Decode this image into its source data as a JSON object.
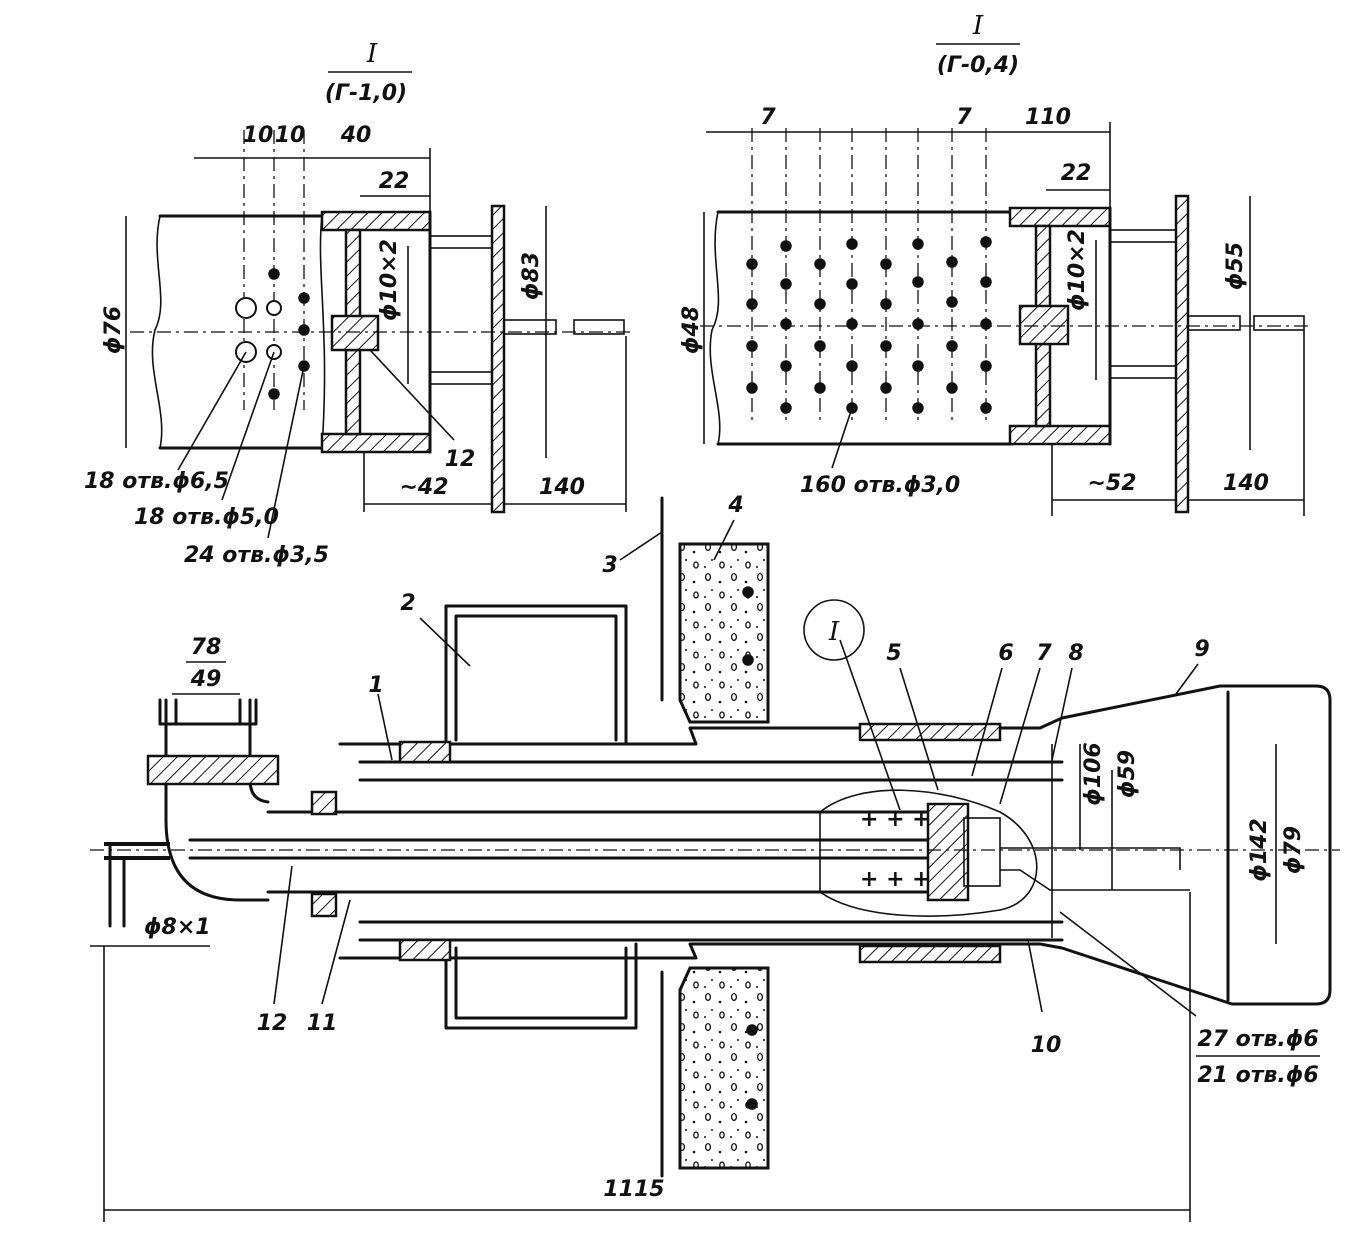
{
  "views": {
    "g10": {
      "section_mark": "I",
      "model": "(Г-1,0)",
      "dims": {
        "pitch_a": "10",
        "pitch_b": "10",
        "len_40": "40",
        "len_22": "22",
        "dia_76": "ϕ76",
        "slot": "ϕ10×2",
        "dia_83": "ϕ83",
        "approx_42": "~42",
        "len_140": "140"
      },
      "part_12": "12",
      "holes": [
        "18 отв.ϕ6,5",
        "18 отв.ϕ5,0",
        "24 отв.ϕ3,5"
      ]
    },
    "g04": {
      "section_mark": "I",
      "model": "(Г-0,4)",
      "dims": {
        "pitch_a": "7",
        "pitch_b": "7",
        "len_110": "110",
        "len_22": "22",
        "dia_48": "ϕ48",
        "slot": "ϕ10×2",
        "dia_55": "ϕ55",
        "approx_52": "~52",
        "len_140": "140"
      },
      "holes": [
        "160 отв.ϕ3,0"
      ]
    }
  },
  "main": {
    "callouts": [
      "1",
      "2",
      "3",
      "4",
      "5",
      "6",
      "7",
      "8",
      "9",
      "10",
      "11",
      "12"
    ],
    "detail_mark": "I",
    "dims": {
      "nozzle_num": "78",
      "nozzle_den": "49",
      "pipe": "ϕ8×1",
      "dia_106": "ϕ106",
      "dia_59": "ϕ59",
      "dia_142": "ϕ142",
      "dia_79": "ϕ79",
      "overall": "1115"
    },
    "holes_fraction": {
      "num": "27 отв.ϕ6",
      "den": "21 отв.ϕ6"
    }
  }
}
